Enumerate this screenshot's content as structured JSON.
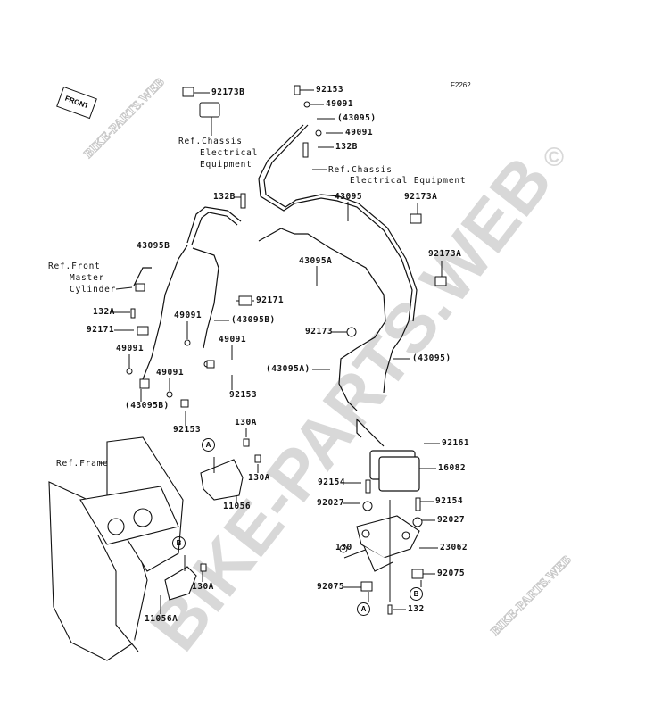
{
  "figure_code": "F2262",
  "front_marker": "FRONT",
  "watermark": {
    "main": "BIKE-PARTS.WEB",
    "copyright": "©",
    "small_top": "BIKE-PARTS.WEB",
    "small_bottom": "BIKE-PARTS.WEB"
  },
  "refs": {
    "chassis_top": [
      "Ref.Chassis",
      "Electrical",
      "Equipment"
    ],
    "chassis_right": [
      "Ref.Chassis",
      "Electrical Equipment"
    ],
    "front_master": [
      "Ref.Front",
      "Master",
      "Cylinder"
    ],
    "frame": "Ref.Frame"
  },
  "parts": {
    "p92173B": "92173B",
    "p92153_top": "92153",
    "p49091_top1": "49091",
    "p43095_paren_top": "(43095)",
    "p49091_top2": "49091",
    "p132B_right": "132B",
    "p43095": "43095",
    "p92173A_1": "92173A",
    "p132B_left": "132B",
    "p43095B": "43095B",
    "p43095A": "43095A",
    "p92173A_2": "92173A",
    "p132A": "132A",
    "p92171_left": "92171",
    "p92171_right": "92171",
    "p49091_a": "49091",
    "p43095B_paren_right": "(43095B)",
    "p49091_b": "49091",
    "p49091_c": "49091",
    "p49091_d": "49091",
    "p92173": "92173",
    "p43095A_paren": "(43095A)",
    "p43095_paren_mid": "(43095)",
    "p43095B_paren_left": "(43095B)",
    "p92153_right": "92153",
    "p92153_left": "92153",
    "p130A_1": "130A",
    "p130A_2": "130A",
    "p11056": "11056",
    "p130A_3": "130A",
    "p11056A": "11056A",
    "p92161": "92161",
    "p16082": "16082",
    "p92154_left": "92154",
    "p92154_right": "92154",
    "p92027_left": "92027",
    "p92027_right": "92027",
    "p130": "130",
    "p23062": "23062",
    "p92075_left": "92075",
    "p92075_right": "92075",
    "p132": "132"
  },
  "markers": {
    "a1": "A",
    "a2": "A",
    "b1": "B",
    "b2": "B"
  }
}
